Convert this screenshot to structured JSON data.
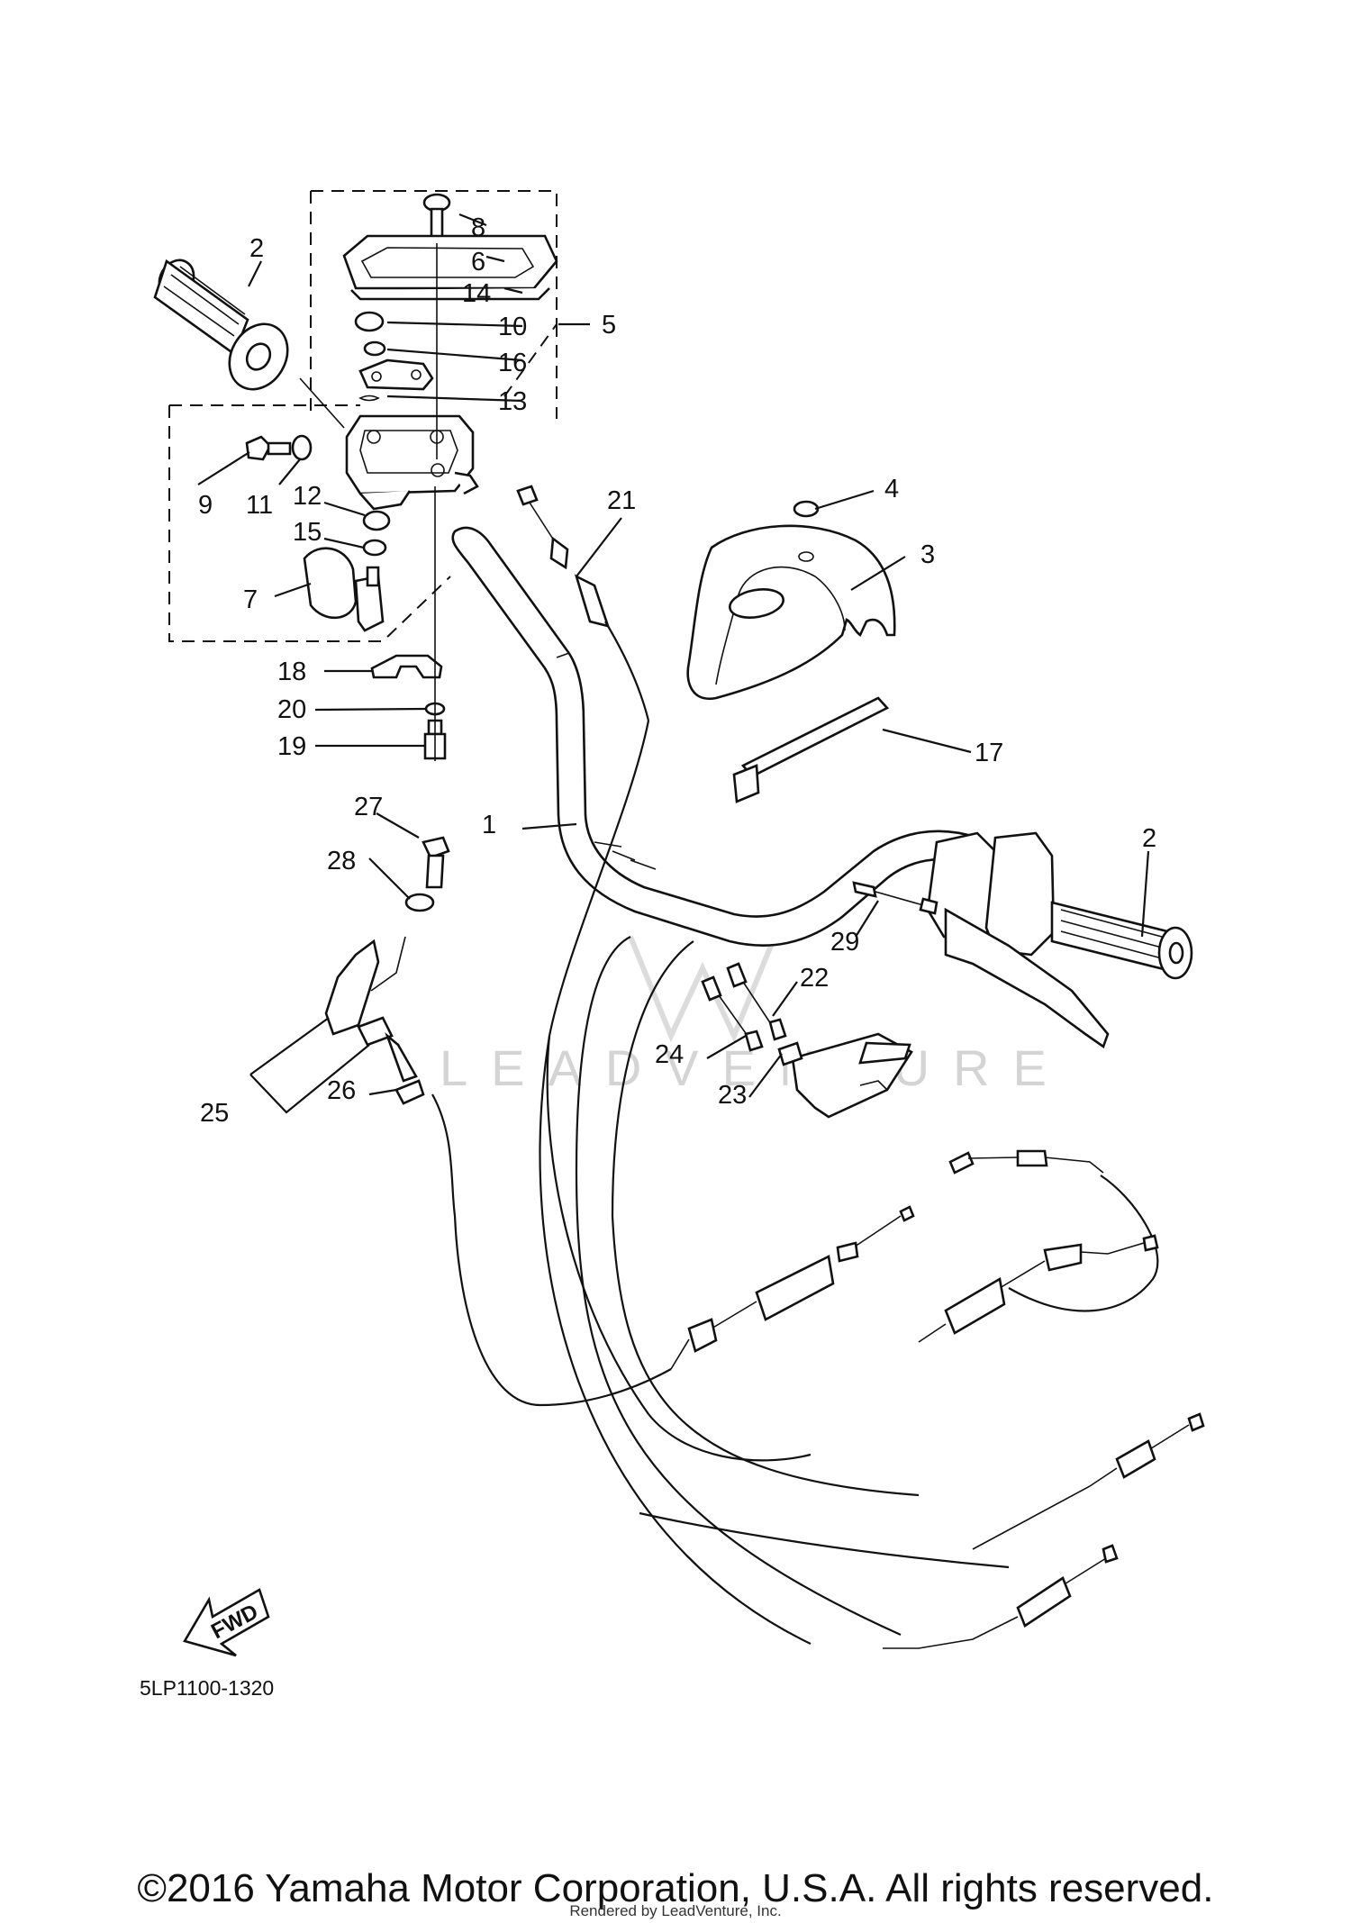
{
  "diagram": {
    "callouts": [
      "1",
      "2",
      "3",
      "4",
      "5",
      "6",
      "7",
      "8",
      "9",
      "10",
      "11",
      "12",
      "13",
      "14",
      "15",
      "16",
      "17",
      "18",
      "19",
      "20",
      "21",
      "22",
      "23",
      "24",
      "25",
      "26",
      "27",
      "28",
      "29"
    ],
    "fwd_label": "FWD",
    "diagram_code": "5LP1100-1320",
    "watermark": "LEADVENTURE"
  },
  "footer": {
    "copyright": "©2016 Yamaha Motor Corporation, U.S.A. All rights reserved.",
    "rendered_by": "Rendered by LeadVenture, Inc."
  }
}
